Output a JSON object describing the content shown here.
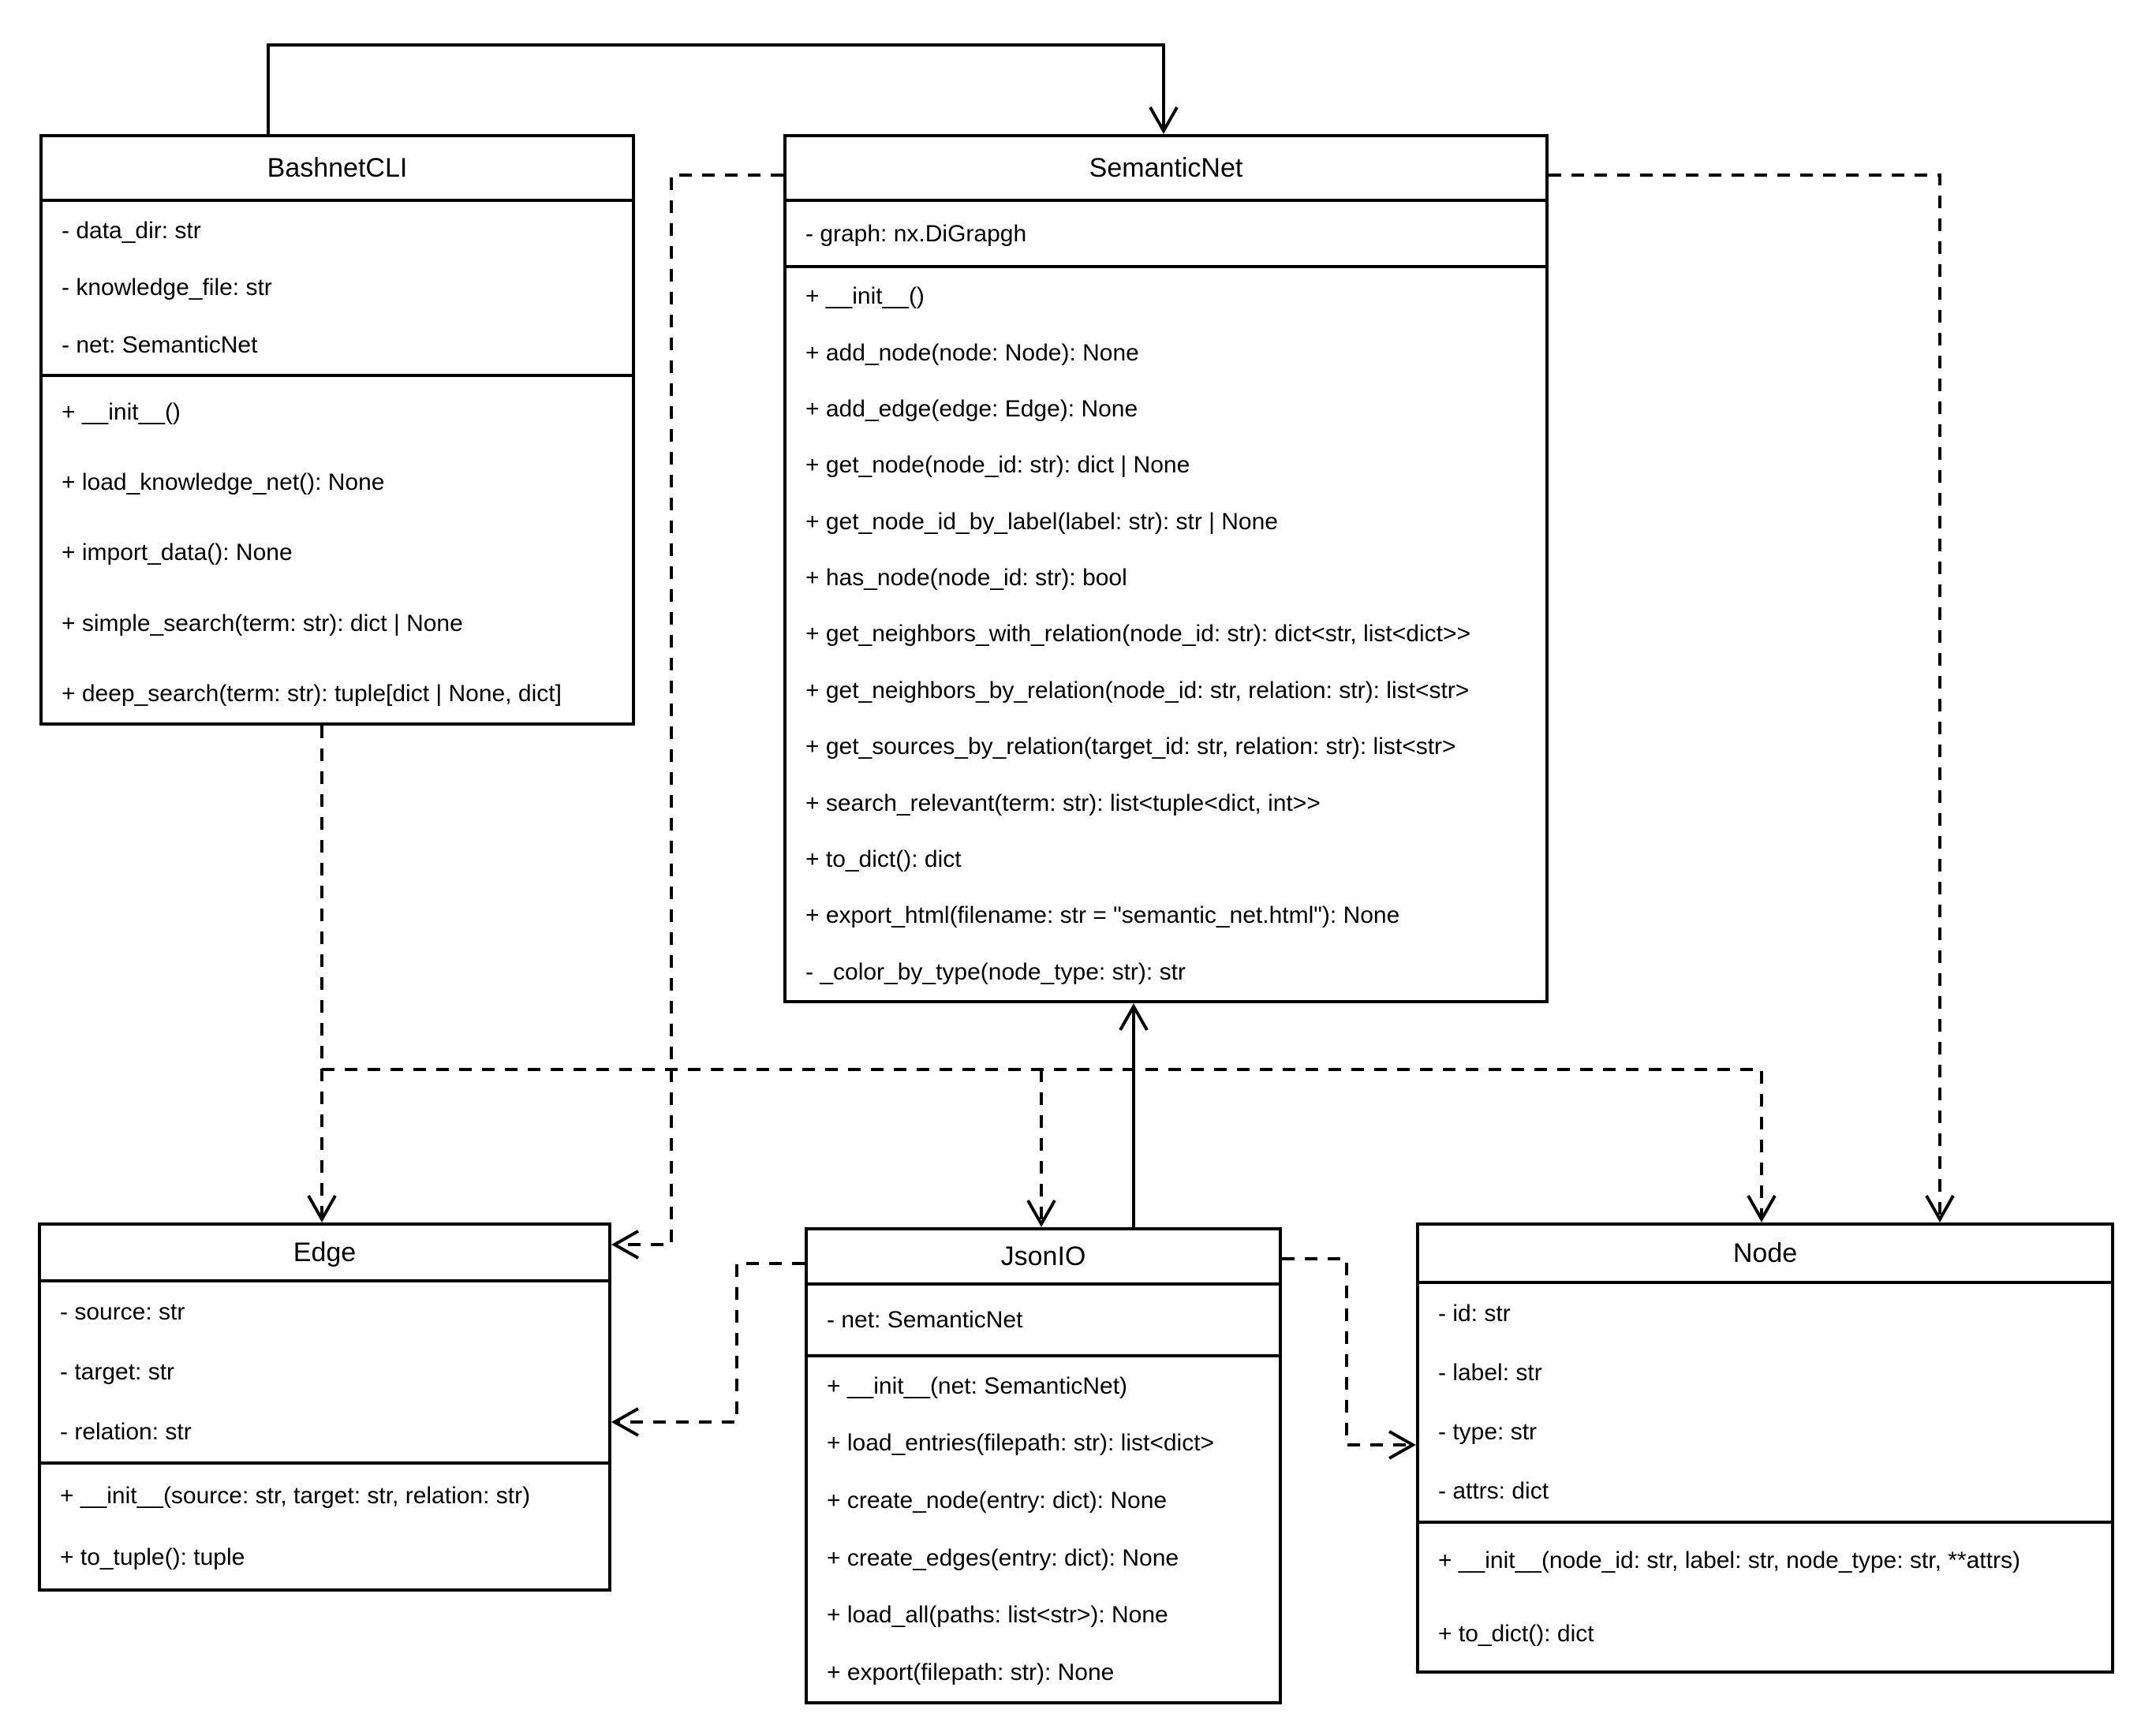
{
  "diagram": {
    "type": "uml-class-diagram",
    "colors": {
      "line": "#000000",
      "background": "#ffffff",
      "box_fill": "#ffffff"
    },
    "classes": [
      {
        "name": "BashnetCLI",
        "title": "BashnetCLI",
        "attributes": [
          "- data_dir: str",
          "- knowledge_file: str",
          "- net: SemanticNet"
        ],
        "methods": [
          "+ __init__()",
          "+ load_knowledge_net(): None",
          "+ import_data(): None",
          "+ simple_search(term: str): dict | None",
          "+ deep_search(term: str): tuple[dict | None, dict]"
        ]
      },
      {
        "name": "SemanticNet",
        "title": "SemanticNet",
        "attributes": [
          "- graph: nx.DiGrapgh"
        ],
        "methods": [
          "+ __init__()",
          "+ add_node(node: Node): None",
          "+ add_edge(edge: Edge): None",
          "+ get_node(node_id: str): dict | None",
          "+ get_node_id_by_label(label: str): str | None",
          "+ has_node(node_id: str): bool",
          "+ get_neighbors_with_relation(node_id: str): dict<str, list<dict>>",
          "+ get_neighbors_by_relation(node_id: str, relation: str): list<str>",
          "+ get_sources_by_relation(target_id: str, relation: str): list<str>",
          "+ search_relevant(term: str): list<tuple<dict, int>>",
          "+ to_dict(): dict",
          "+ export_html(filename: str = \"semantic_net.html\"): None",
          "- _color_by_type(node_type: str): str"
        ]
      },
      {
        "name": "Edge",
        "title": "Edge",
        "attributes": [
          "- source: str",
          "- target: str",
          "- relation: str"
        ],
        "methods": [
          "+ __init__(source: str, target: str, relation: str)",
          "+ to_tuple(): tuple"
        ]
      },
      {
        "name": "JsonIO",
        "title": "JsonIO",
        "attributes": [
          "- net: SemanticNet"
        ],
        "methods": [
          "+ __init__(net: SemanticNet)",
          "+ load_entries(filepath: str): list<dict>",
          "+ create_node(entry: dict): None",
          "+ create_edges(entry: dict): None",
          "+ load_all(paths: list<str>): None",
          "+ export(filepath: str): None"
        ]
      },
      {
        "name": "Node",
        "title": "Node",
        "attributes": [
          "- id: str",
          "- label: str",
          "- type: str",
          "- attrs: dict"
        ],
        "methods": [
          "+ __init__(node_id: str, label: str, node_type: str, **attrs)",
          "+ to_dict(): dict"
        ]
      }
    ],
    "relations": [
      {
        "from": "BashnetCLI",
        "to": "SemanticNet",
        "style": "solid",
        "arrow": "open"
      },
      {
        "from": "JsonIO",
        "to": "SemanticNet",
        "style": "solid",
        "arrow": "open"
      },
      {
        "from": "SemanticNet",
        "to": "Edge",
        "style": "dashed",
        "arrow": "open"
      },
      {
        "from": "SemanticNet",
        "to": "Node",
        "style": "dashed",
        "arrow": "open"
      },
      {
        "from": "BashnetCLI",
        "to": "Edge",
        "style": "dashed",
        "arrow": "open"
      },
      {
        "from": "BashnetCLI",
        "to": "JsonIO",
        "style": "dashed",
        "arrow": "open"
      },
      {
        "from": "BashnetCLI",
        "to": "Node",
        "style": "dashed",
        "arrow": "open"
      },
      {
        "from": "JsonIO",
        "to": "Edge",
        "style": "dashed",
        "arrow": "open"
      },
      {
        "from": "JsonIO",
        "to": "Node",
        "style": "dashed",
        "arrow": "open"
      }
    ]
  }
}
